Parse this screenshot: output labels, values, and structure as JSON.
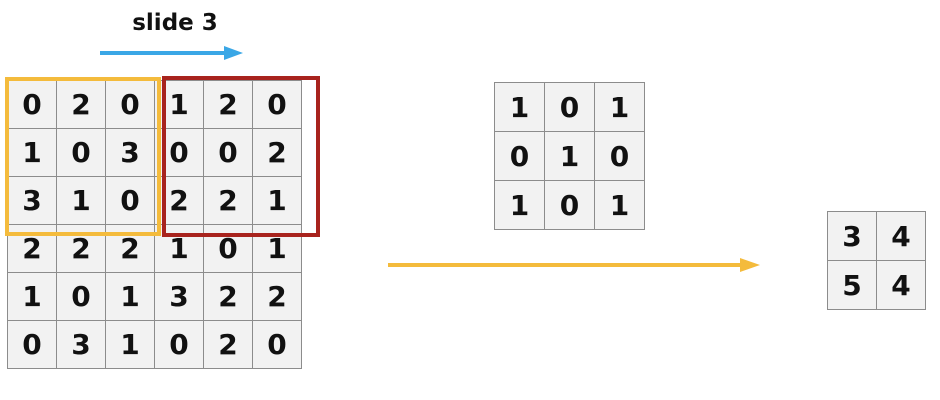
{
  "slide_label": "slide 3",
  "colors": {
    "slide_arrow": "#3aa7e6",
    "flow_arrow": "#f4bb3c",
    "window_first": "#f4bb3c",
    "window_second": "#a8231d",
    "cell_fill": "#f2f2f2",
    "cell_border": "#8c8c8c"
  },
  "input_matrix": [
    [
      "0",
      "2",
      "0",
      "1",
      "2",
      "0"
    ],
    [
      "1",
      "0",
      "3",
      "0",
      "0",
      "2"
    ],
    [
      "3",
      "1",
      "0",
      "2",
      "2",
      "1"
    ],
    [
      "2",
      "2",
      "2",
      "1",
      "0",
      "1"
    ],
    [
      "1",
      "0",
      "1",
      "3",
      "2",
      "2"
    ],
    [
      "0",
      "3",
      "1",
      "0",
      "2",
      "0"
    ]
  ],
  "kernel_matrix": [
    [
      "1",
      "0",
      "1"
    ],
    [
      "0",
      "1",
      "0"
    ],
    [
      "1",
      "0",
      "1"
    ]
  ],
  "output_matrix": [
    [
      "3",
      "4"
    ],
    [
      "5",
      "4"
    ]
  ]
}
